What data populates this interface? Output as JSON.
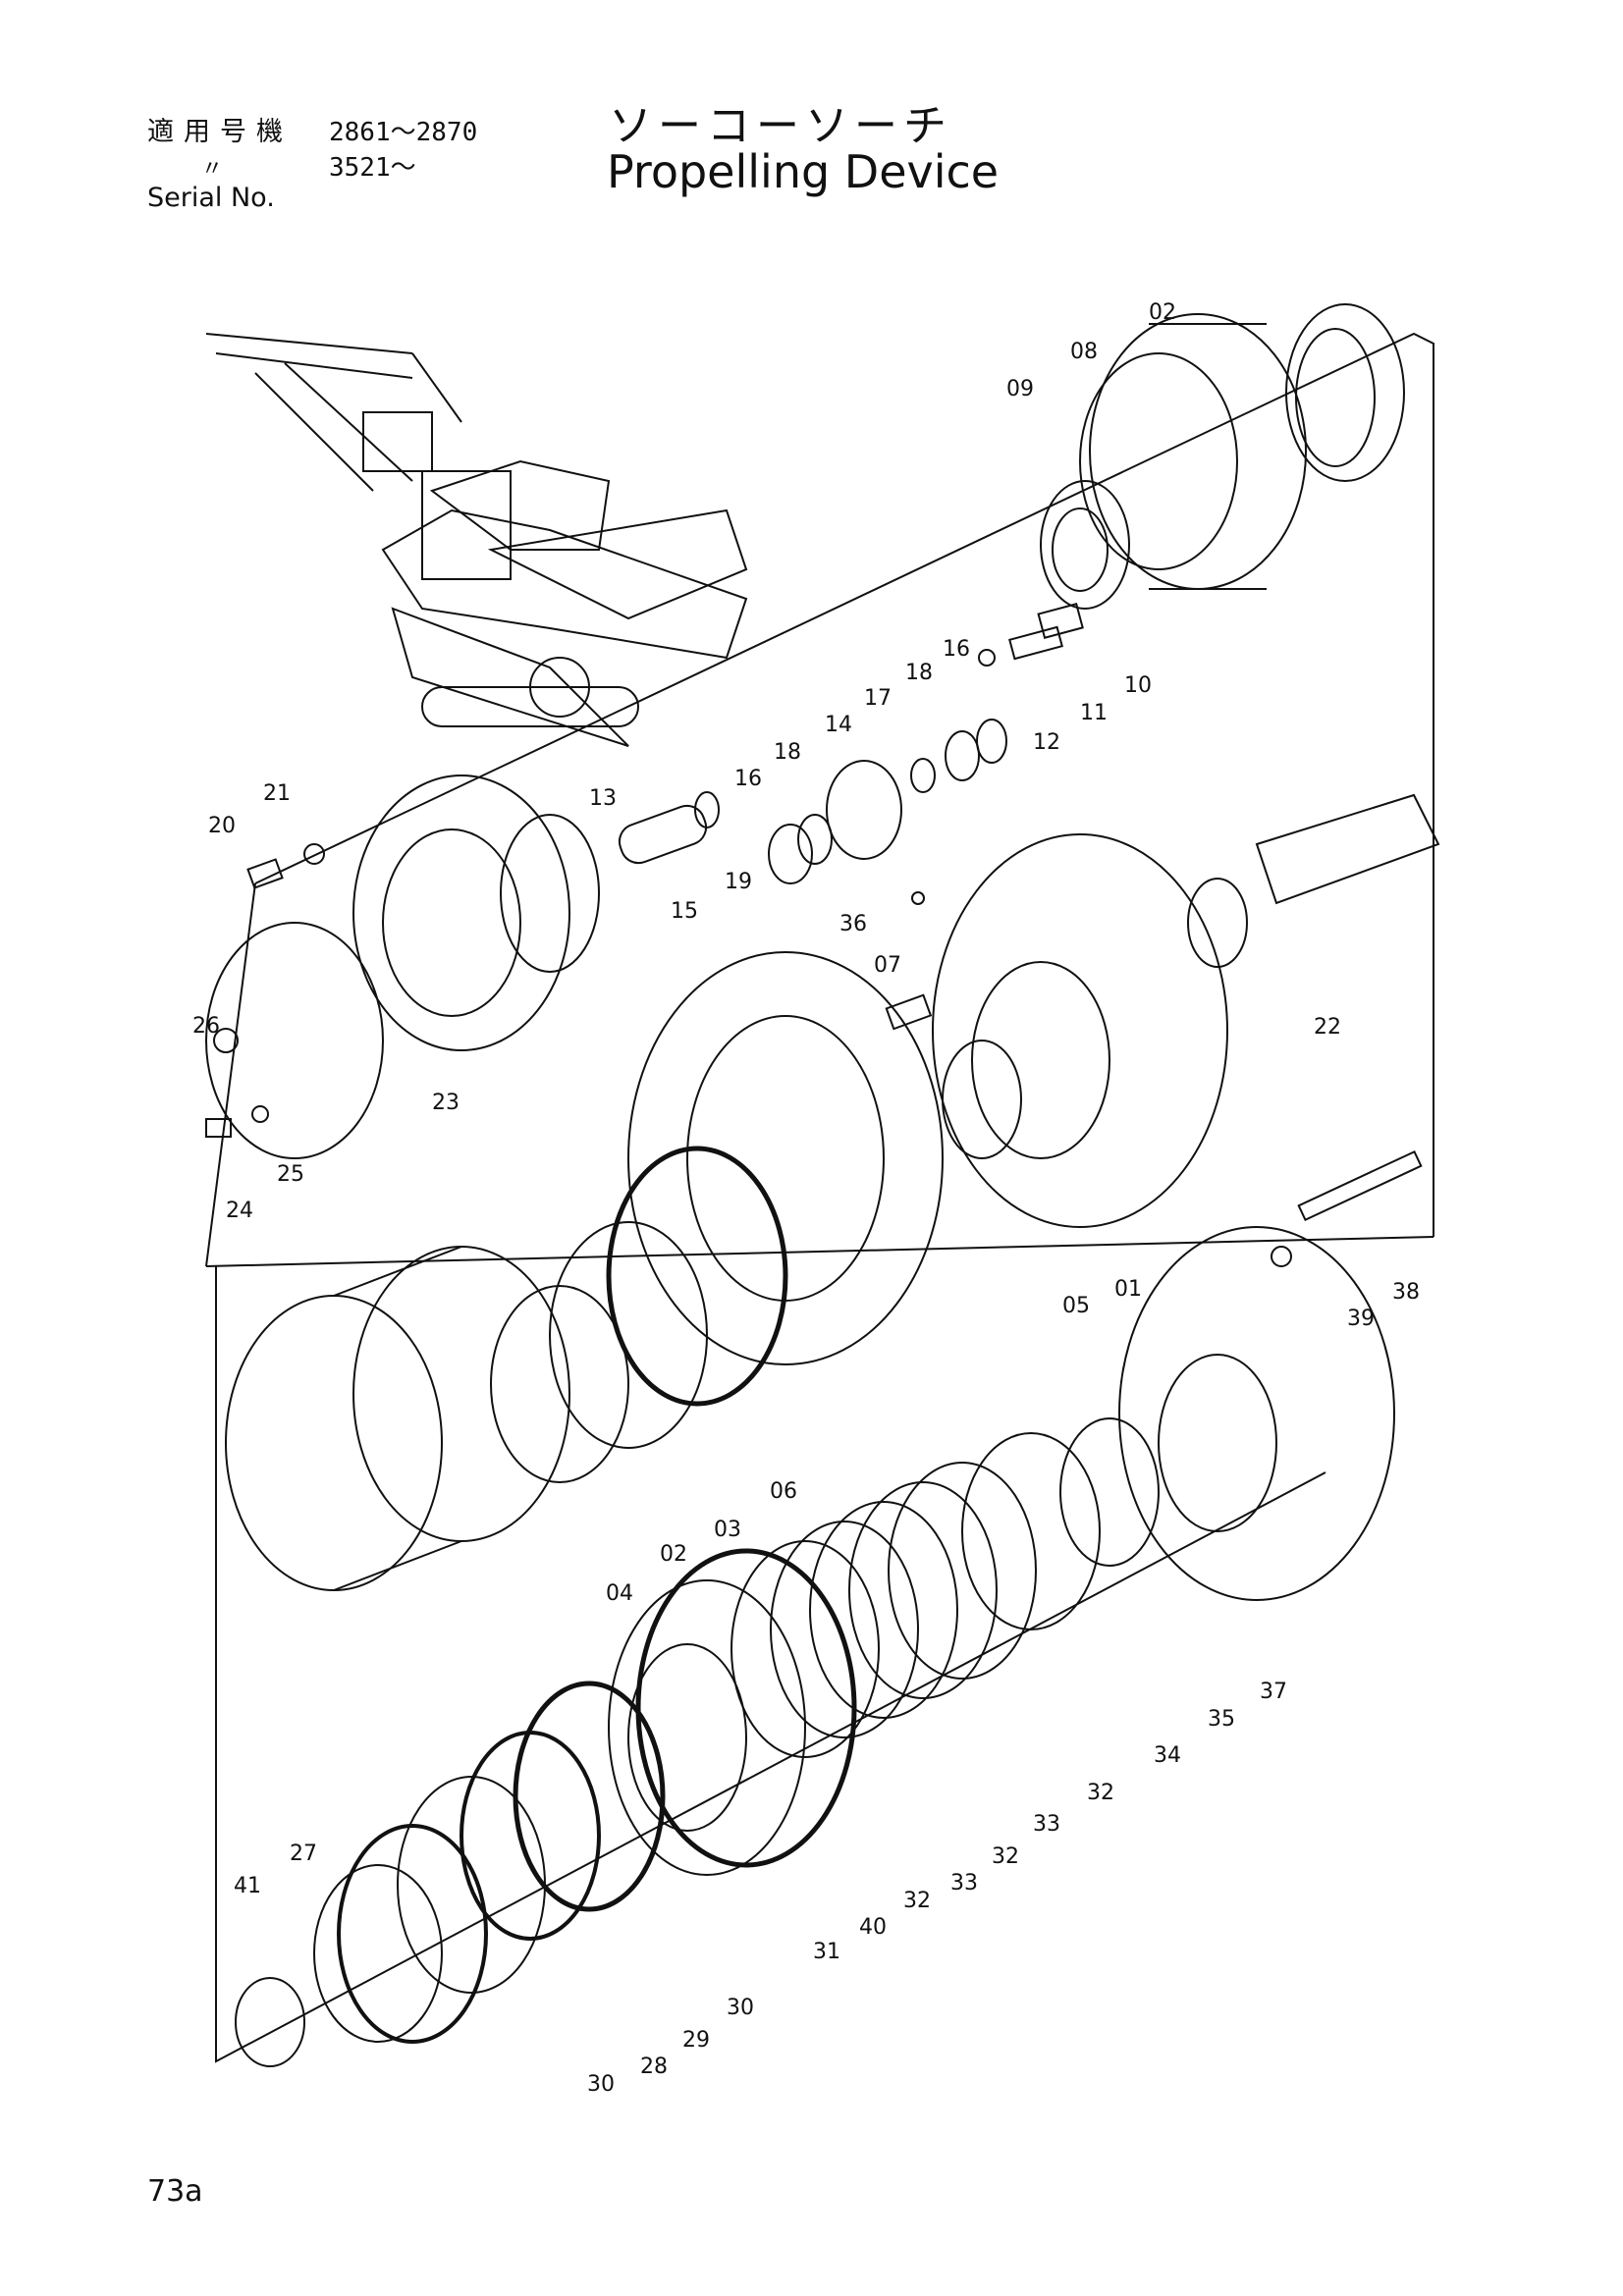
{
  "header": {
    "serial_label_jp": "適用号機",
    "serial_range_1": "2861～2870",
    "ditto_mark": "〃",
    "serial_range_2": "3521～",
    "serial_label_en": "Serial No.",
    "title_jp": "ソーコーソーチ",
    "title_en": "Propelling Device"
  },
  "page_number": "73a",
  "callouts": [
    "01",
    "02",
    "03",
    "04",
    "05",
    "06",
    "07",
    "08",
    "09",
    "10",
    "11",
    "12",
    "13",
    "14",
    "15",
    "16",
    "17",
    "18",
    "19",
    "20",
    "21",
    "22",
    "23",
    "24",
    "25",
    "26",
    "27",
    "28",
    "29",
    "30",
    "31",
    "32",
    "33",
    "34",
    "35",
    "36",
    "37",
    "38",
    "39",
    "40",
    "41"
  ]
}
